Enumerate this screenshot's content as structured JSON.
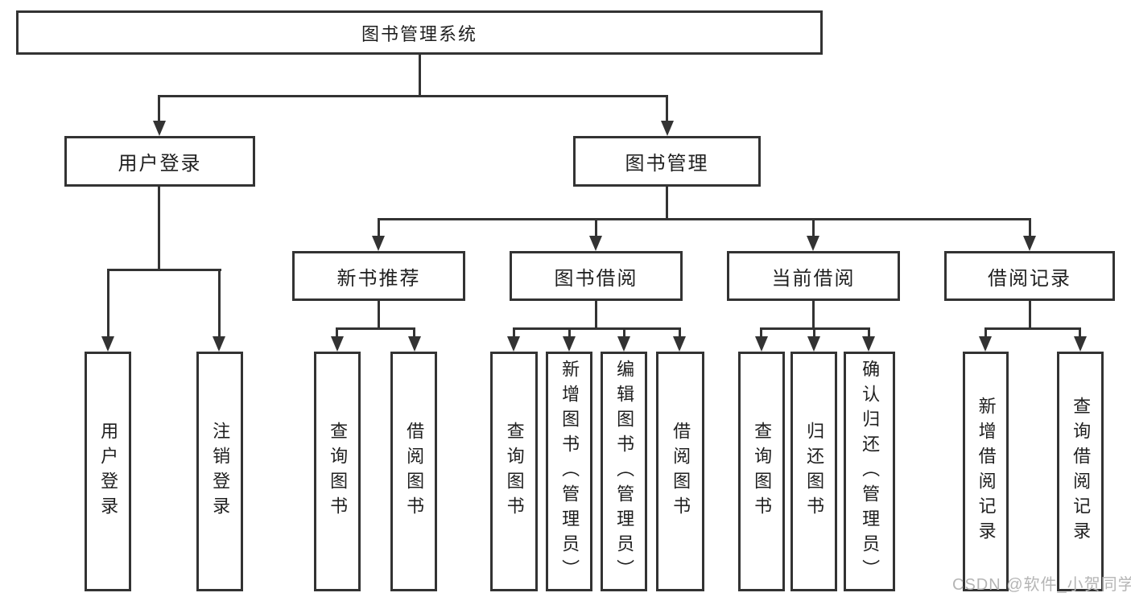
{
  "nodes": {
    "root": "图书管理系统",
    "user_login": "用户登录",
    "book_management": "图书管理",
    "new_book_recommend": "新书推荐",
    "book_borrowing": "图书借阅",
    "current_borrowing": "当前借阅",
    "borrowing_records": "借阅记录",
    "leaf_user_login": "用户登录",
    "leaf_logout": "注销登录",
    "leaf_query_books_1": "查询图书",
    "leaf_borrow_books_1": "借阅图书",
    "leaf_query_books_2": "查询图书",
    "leaf_add_book_admin": "新增图书（管理员）",
    "leaf_edit_book_admin": "编辑图书（管理员）",
    "leaf_borrow_books_2": "借阅图书",
    "leaf_query_books_3": "查询图书",
    "leaf_return_books": "归还图书",
    "leaf_confirm_return_admin": "确认归还（管理员）",
    "leaf_add_borrow_record": "新增借阅记录",
    "leaf_query_borrow_record": "查询借阅记录"
  },
  "watermark": "CSDN @软件_小贺同学",
  "colors": {
    "line": "#333333",
    "text": "#1f1f1f",
    "watermark": "#b5b5b5",
    "background": "#ffffff"
  }
}
